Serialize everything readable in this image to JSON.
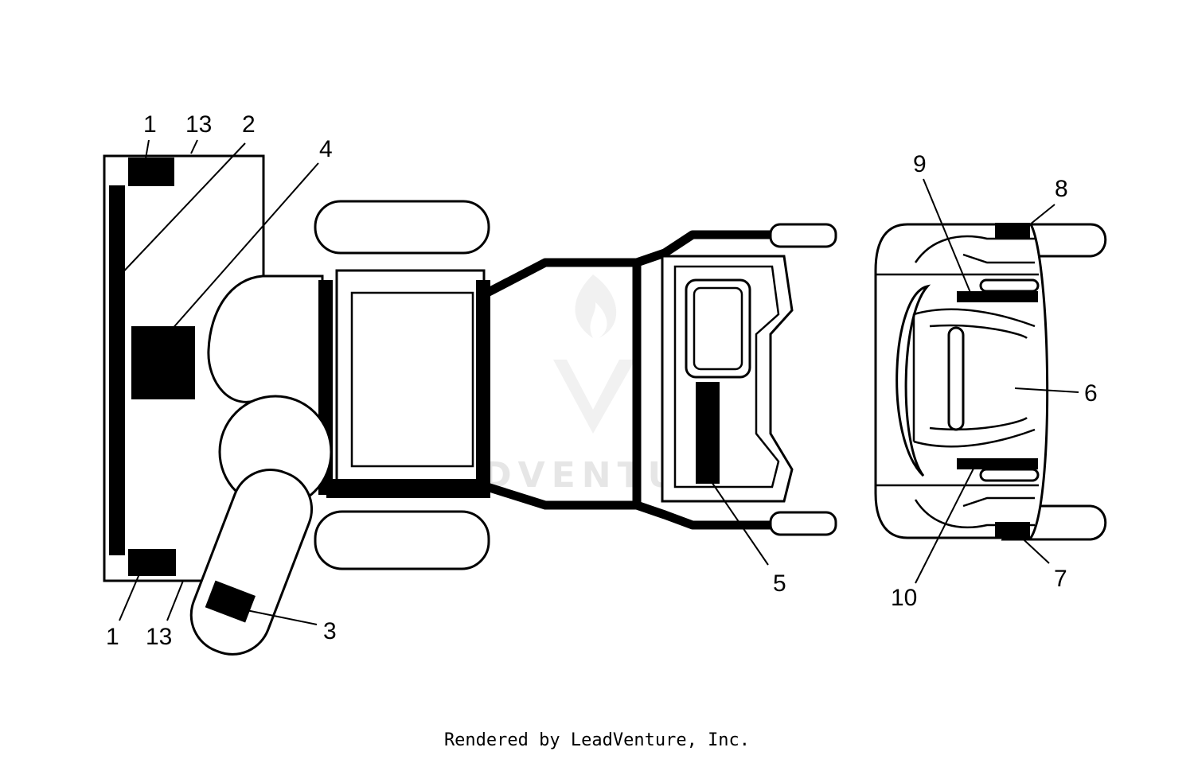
{
  "callouts": {
    "c1_top": "1",
    "c13_top": "13",
    "c2": "2",
    "c4": "4",
    "c1_bottom": "1",
    "c13_bottom": "13",
    "c3": "3",
    "c5": "5",
    "c9": "9",
    "c8": "8",
    "c6": "6",
    "c10": "10",
    "c7": "7"
  },
  "watermark": "LEADVENTURE",
  "footer": "Rendered by LeadVenture, Inc."
}
